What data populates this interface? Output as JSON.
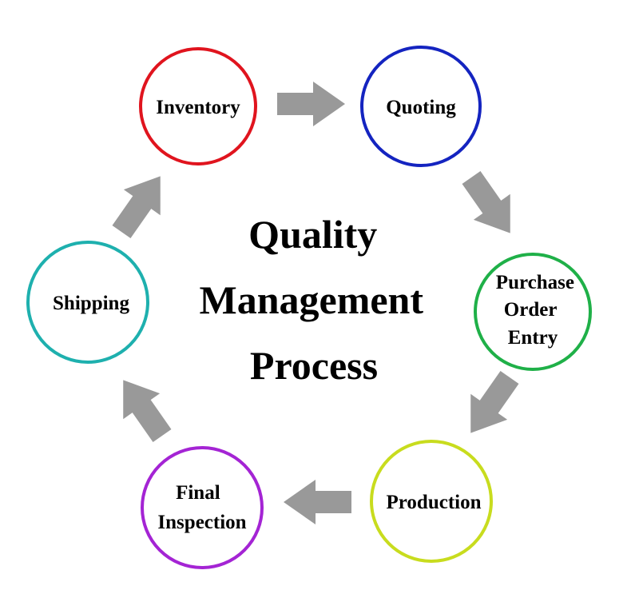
{
  "title": {
    "lines": [
      "Quality",
      "Management",
      "Process"
    ]
  },
  "steps": [
    {
      "lines": [
        "Inventory"
      ],
      "color": "#e0141e"
    },
    {
      "lines": [
        "Quoting"
      ],
      "color": "#1424c0"
    },
    {
      "lines": [
        "Purchase",
        "Order",
        "Entry"
      ],
      "color": "#1fb048"
    },
    {
      "lines": [
        "Production"
      ],
      "color": "#c8dc1e"
    },
    {
      "lines": [
        "Final",
        "Inspection"
      ],
      "color": "#a424d4"
    },
    {
      "lines": [
        "Shipping"
      ],
      "color": "#1eb0ae"
    }
  ],
  "arrow_color": "#999999"
}
